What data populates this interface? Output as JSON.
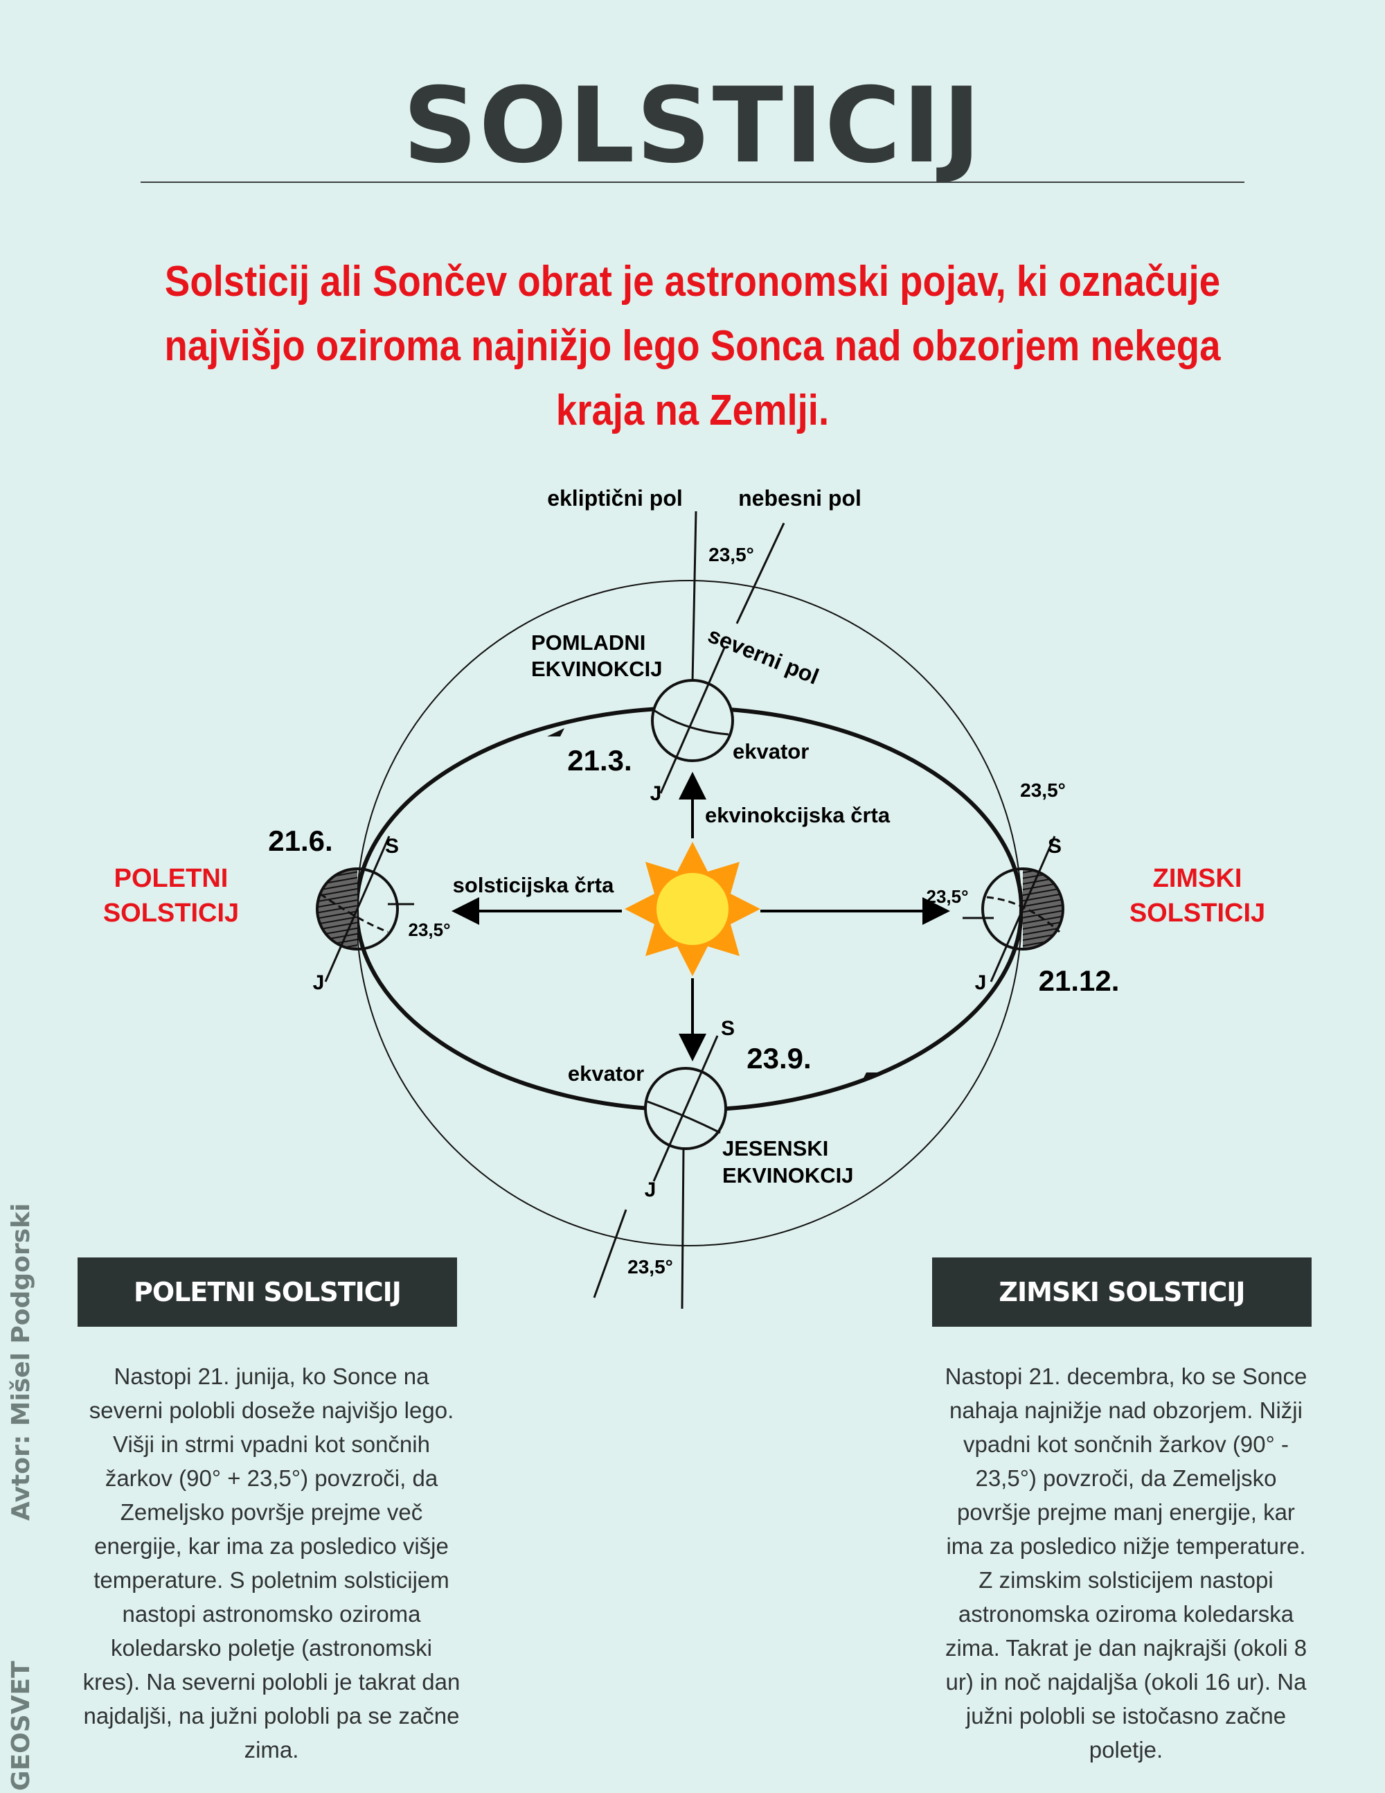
{
  "title": "SOLSTICIJ",
  "intro": "Solsticij ali Sončev obrat je astronomski pojav, ki označuje najvišjo oziroma najnižjo lego Sonca nad obzorjem nekega kraja na Zemlji.",
  "diagram": {
    "ecliptic_pole": "ekliptični pol",
    "celestial_pole": "nebesni pol",
    "angle": "23,5°",
    "north_pole": "severni pol",
    "equator": "ekvator",
    "spring_1": "POMLADNI",
    "spring_2": "EKVINOKCIJ",
    "autumn_1": "JESENSKI",
    "autumn_2": "EKVINOKCIJ",
    "summer_1": "POLETNI",
    "summer_2": "SOLSTICIJ",
    "winter_1": "ZIMSKI",
    "winter_2": "SOLSTICIJ",
    "date_spring": "21.3.",
    "date_summer": "21.6.",
    "date_autumn": "23.9.",
    "date_winter": "21.12.",
    "equinox_line": "ekvinokcijska črta",
    "solstice_line": "solsticijska črta",
    "north": "S",
    "south": "J",
    "colors": {
      "sun_core": "#ffe53b",
      "sun_rays": "#ff9a0a",
      "red": "#e8141c"
    }
  },
  "summer": {
    "heading": "POLETNI SOLSTICIJ",
    "text": "Nastopi 21. junija, ko Sonce na\nseverni polobli doseže najvišjo lego.\nVišji in strmi vpadni kot sončnih\nžarkov (90° + 23,5°) povzroči, da\nZemeljsko površje prejme več\nenergije, kar ima za posledico višje\ntemperature. S poletnim solsticijem\nnastopi astronomsko oziroma\nkoledarsko poletje (astronomski\nkres). Na severni polobli je takrat dan\nnajdaljši, na južni polobli pa se začne\nzima."
  },
  "winter": {
    "heading": "ZIMSKI SOLSTICIJ",
    "text": "Nastopi 21. decembra, ko se Sonce\nnahaja najnižje nad obzorjem. Nižji\nvpadni kot sončnih žarkov (90° -\n23,5°) povzroči, da Zemeljsko\npovršje prejme manj energije, kar\nima za posledico nižje temperature.\nZ zimskim solsticijem nastopi\nastronomska oziroma koledarska\nzima. Takrat je dan najkrajši (okoli 8\nur) in noč najdaljša (okoli 16 ur). Na\njužni polobli se istočasno začne\npoletje."
  },
  "author": "Avtor: Mišel Podgorski",
  "brand": "GEOSVET"
}
